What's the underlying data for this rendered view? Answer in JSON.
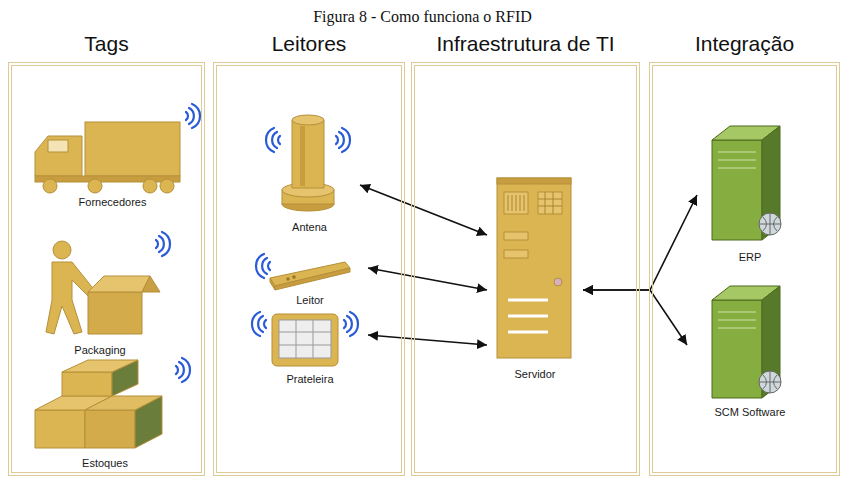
{
  "diagram": {
    "title": "Figura 8 - Como funciona o RFID",
    "nodes": [
      {
        "text": [
          "Tags"
        ]
      },
      {
        "text": [
          "Leitores"
        ]
      },
      {
        "text": [
          "Infraestrutura de TI"
        ]
      },
      {
        "text": [
          "Integração"
        ]
      },
      {
        "text": [
          "Fornecedores"
        ],
        "in": 0
      },
      {
        "text": [
          "Packaging"
        ],
        "in": 0
      },
      {
        "text": [
          "Estoques"
        ],
        "in": 0
      },
      {
        "text": [
          "Antena"
        ],
        "in": 1
      },
      {
        "text": [
          "Leitor"
        ],
        "in": 1
      },
      {
        "text": [
          "Prateleira"
        ],
        "in": 1
      },
      {
        "text": [
          "Servidor"
        ],
        "in": 2
      },
      {
        "text": [
          "ERP"
        ],
        "in": 3
      },
      {
        "text": [
          "SCM Software"
        ],
        "in": 3
      }
    ],
    "edges": [
      {
        "from": 7,
        "to": 10,
        "arrow": "both"
      },
      {
        "from": 8,
        "to": 10,
        "arrow": "both"
      },
      {
        "from": 9,
        "to": 10,
        "arrow": "both"
      },
      {
        "from": 10,
        "to": 11,
        "arrow": "both"
      },
      {
        "from": 10,
        "to": 12,
        "arrow": "both"
      }
    ]
  }
}
